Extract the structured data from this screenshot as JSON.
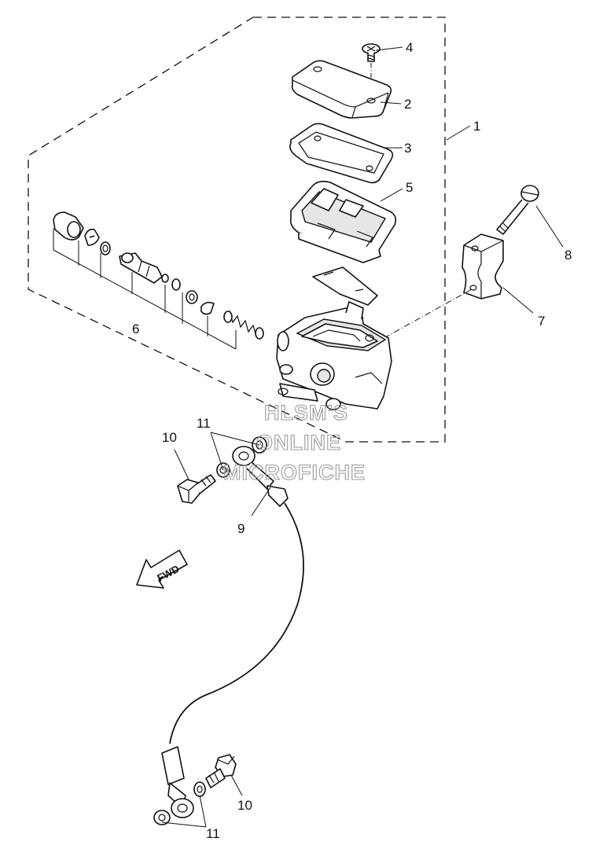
{
  "diagram": {
    "callouts": {
      "c1": "1",
      "c2": "2",
      "c3": "3",
      "c4": "4",
      "c5": "5",
      "c6": "6",
      "c7": "7",
      "c8": "8",
      "c9": "9",
      "c10a": "10",
      "c10b": "10",
      "c11a": "11",
      "c11b": "11"
    },
    "watermark": {
      "line1": "HLSM'S",
      "line2": "ONLINE",
      "line3": "MICROFICHE"
    },
    "direction_arrow": {
      "label": "FWD"
    }
  }
}
